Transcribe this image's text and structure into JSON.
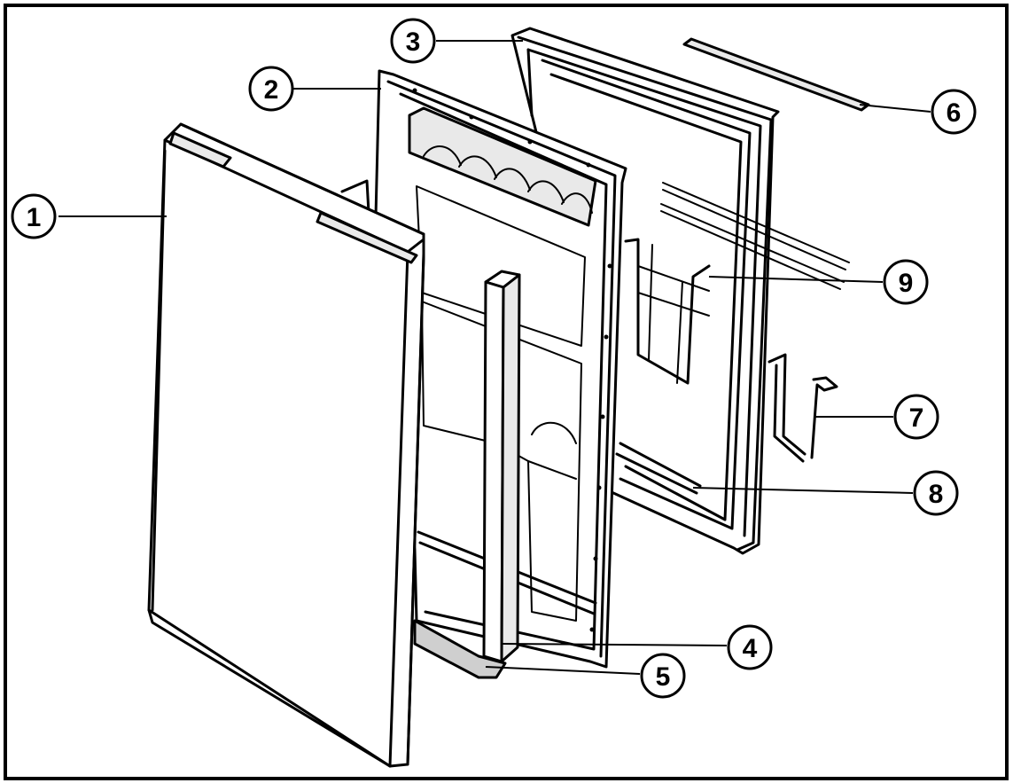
{
  "diagram": {
    "title": "",
    "callouts": [
      {
        "id": "1",
        "label": "1",
        "part": "door-outer-panel"
      },
      {
        "id": "2",
        "label": "2",
        "part": "inner-door-liner"
      },
      {
        "id": "3",
        "label": "3",
        "part": "door-gasket"
      },
      {
        "id": "4",
        "label": "4",
        "part": "door-handle"
      },
      {
        "id": "5",
        "label": "5",
        "part": "handle-end-cap"
      },
      {
        "id": "6",
        "label": "6",
        "part": "shelf-rod"
      },
      {
        "id": "7",
        "label": "7",
        "part": "retainer-bracket"
      },
      {
        "id": "8",
        "label": "8",
        "part": "door-shelf-bar"
      },
      {
        "id": "9",
        "label": "9",
        "part": "shelf-rack"
      }
    ]
  },
  "colors": {
    "line": "#000000",
    "background": "#ffffff",
    "shade": "#cfcfcf"
  }
}
